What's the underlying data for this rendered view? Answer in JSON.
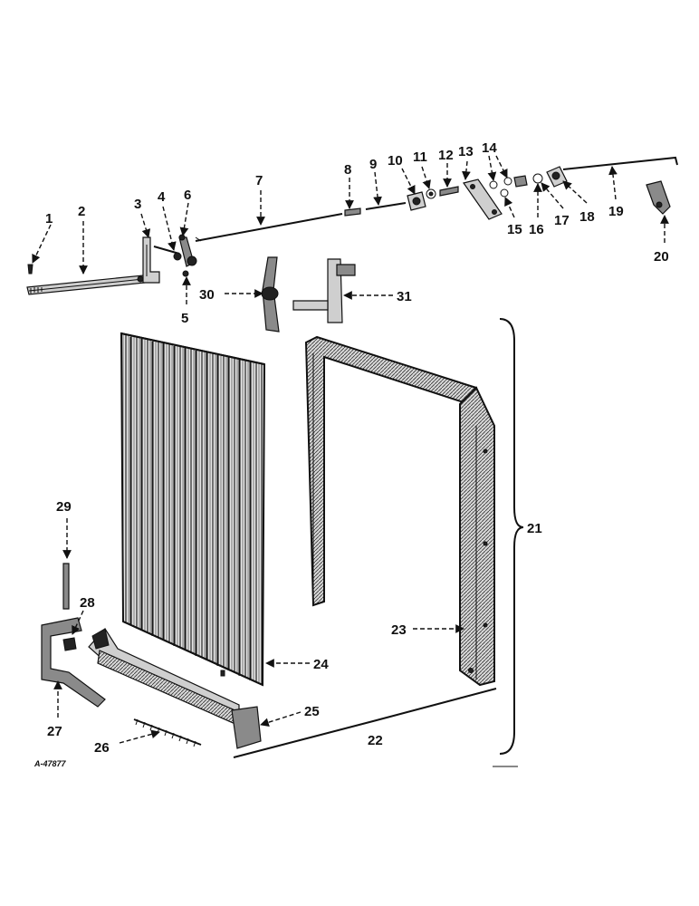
{
  "drawing_number": "A-47877",
  "callouts": [
    "1",
    "2",
    "3",
    "4",
    "5",
    "6",
    "7",
    "8",
    "9",
    "10",
    "11",
    "12",
    "13",
    "14",
    "15",
    "16",
    "17",
    "18",
    "19",
    "20",
    "21",
    "22",
    "23",
    "24",
    "25",
    "26",
    "27",
    "28",
    "29",
    "30",
    "31"
  ]
}
